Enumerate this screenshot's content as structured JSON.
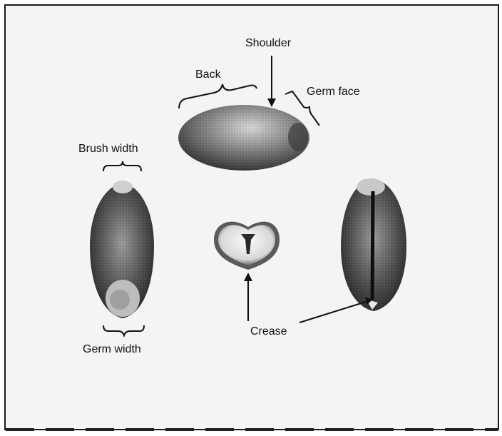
{
  "labels": {
    "shoulder": "Shoulder",
    "back": "Back",
    "germ_face": "Germ face",
    "brush_width": "Brush width",
    "germ_width": "Germ width",
    "crease": "Crease"
  }
}
